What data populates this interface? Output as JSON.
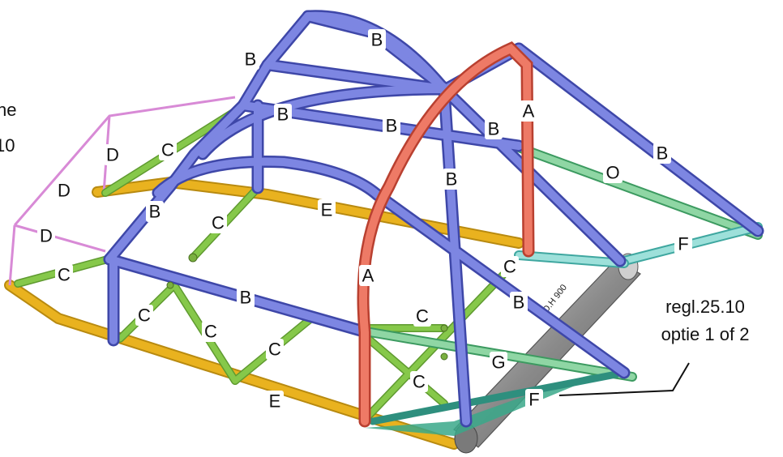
{
  "legend_cut": {
    "line1": "he",
    "line2": "10"
  },
  "annotation": {
    "line1": "regl.25.10",
    "line2": "optie 1 of 2"
  },
  "tube_marking": "H.D.H 900",
  "colors": {
    "A": "#e8705f",
    "B": "#6f78d6",
    "C": "#86c84a",
    "D": "#d88ad6",
    "E": "#e9b21f",
    "F": "#7ecfc8",
    "G": "#6fc48a",
    "O": "#6fc48a",
    "tube": "#a9a9a9",
    "plate": "#3aa88a"
  },
  "labels": {
    "b1": "B",
    "b2": "B",
    "b3": "B",
    "b4": "B",
    "b5": "B",
    "b6": "B",
    "b7": "B",
    "b8": "B",
    "b9": "B",
    "b10": "B",
    "a1": "A",
    "a2": "A",
    "c1": "C",
    "c2": "C",
    "c3": "C",
    "c4": "C",
    "c5": "C",
    "c6": "C",
    "c7": "C",
    "c8": "C",
    "c9": "C",
    "d1": "D",
    "d2": "D",
    "d3": "D",
    "e1": "E",
    "e2": "E",
    "f1": "F",
    "f2": "F",
    "g1": "G",
    "o1": "O"
  }
}
